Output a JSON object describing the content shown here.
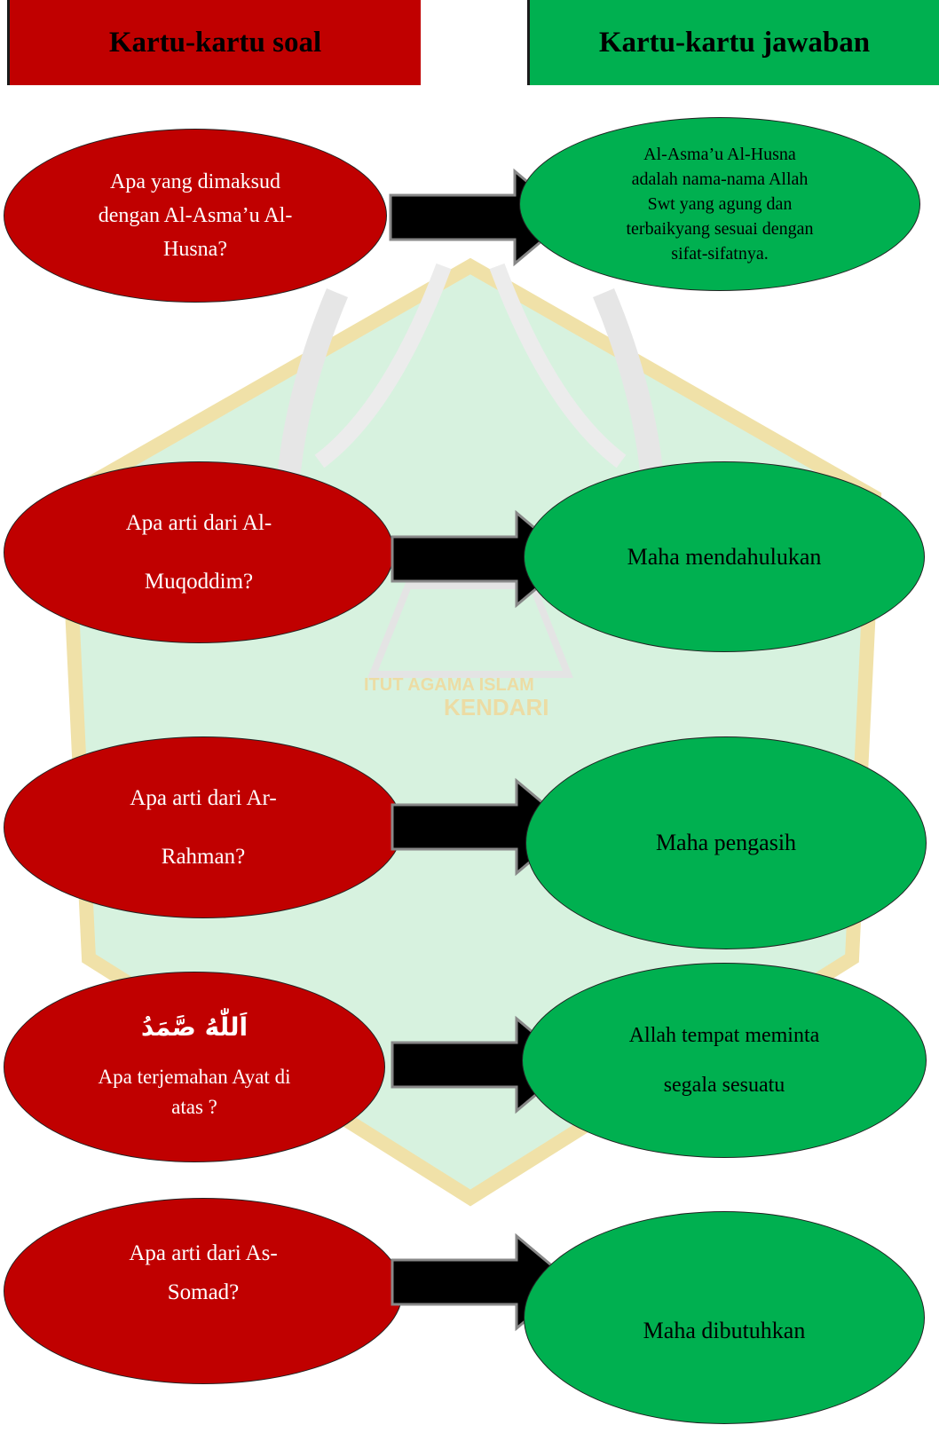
{
  "headers": {
    "questions": "Kartu-kartu soal",
    "answers": "Kartu-kartu jawaban"
  },
  "watermark": {
    "arc_text": "ITUT AGAMA ISLAM",
    "city": "KENDARI"
  },
  "colors": {
    "question": "#c00000",
    "answer": "#00b050",
    "arrow": "#000000"
  },
  "icons": [
    "arrow-right-icon"
  ],
  "pairs": [
    {
      "question_lines": [
        "Apa yang dimaksud",
        "dengan Al-Asma’u Al-",
        "Husna?"
      ],
      "answer_lines": [
        "Al-Asma’u Al-Husna",
        "adalah nama-nama Allah",
        "Swt yang agung dan",
        "terbaikyang sesuai dengan",
        "sifat-sifatnya."
      ]
    },
    {
      "question_lines": [
        "Apa arti dari Al-",
        "Muqoddim?"
      ],
      "answer_lines": [
        "Maha mendahulukan"
      ]
    },
    {
      "question_lines": [
        "Apa arti dari Ar-",
        "Rahman?"
      ],
      "answer_lines": [
        "Maha pengasih"
      ]
    },
    {
      "question_arabic": "اَللّٰهُ صَّمَدُ",
      "question_lines": [
        "Apa terjemahan Ayat di",
        "atas ?"
      ],
      "answer_lines": [
        "Allah tempat meminta",
        "segala sesuatu"
      ]
    },
    {
      "question_lines": [
        "Apa arti dari As-",
        "Somad?"
      ],
      "answer_lines": [
        "Maha dibutuhkan"
      ]
    }
  ]
}
